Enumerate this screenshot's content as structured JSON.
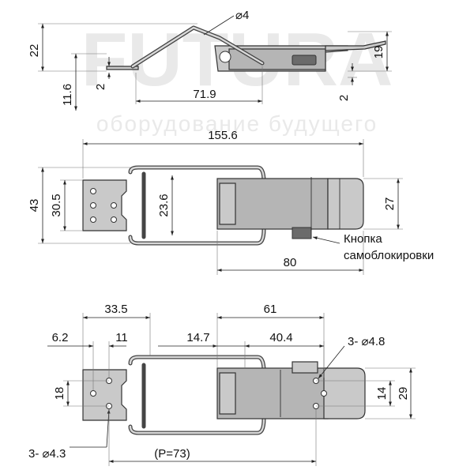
{
  "watermark": {
    "brand": "FUTURA",
    "tagline": "оборудование будущего"
  },
  "side_view": {
    "dia_wire": "⌀4",
    "height_total": "22",
    "height_base": "11.6",
    "thickness_left": "2",
    "length_lever": "71.9",
    "height_right": "19",
    "thickness_right": "2"
  },
  "top_view": {
    "length_total": "155.6",
    "width_plate": "43",
    "width_loop": "30.5",
    "width_inner": "23.6",
    "width_body": "27",
    "length_body": "80",
    "callout_line1": "Кнопка",
    "callout_line2": "самоблокировки"
  },
  "mount_view": {
    "dim_33_5": "33.5",
    "dim_61": "61",
    "dim_6_2": "6.2",
    "dim_11": "11",
    "dim_14_7": "14.7",
    "dim_40_4": "40.4",
    "holes_right": "3- ⌀4.8",
    "height_18": "18",
    "height_14": "14",
    "height_29": "29",
    "holes_left": "3- ⌀4.3",
    "pitch": "(P=73)"
  }
}
